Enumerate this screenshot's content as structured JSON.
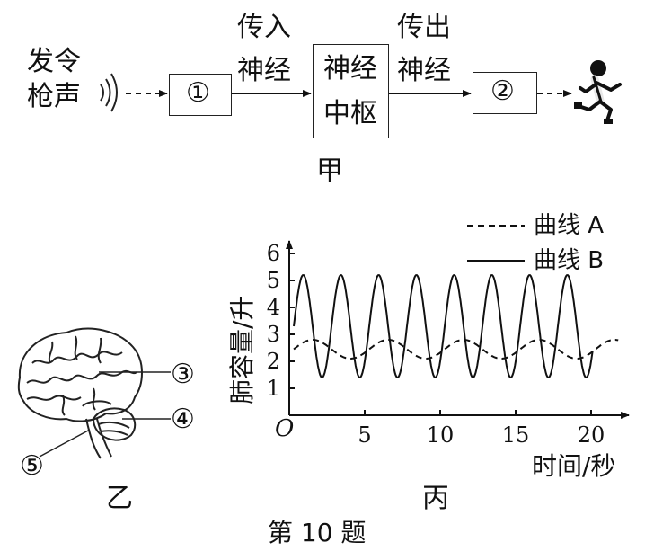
{
  "diagram_jia": {
    "stimulus_top": "发令",
    "stimulus_bottom": "枪声",
    "box1": "①",
    "afferent_top": "传入",
    "afferent_bottom": "神经",
    "center_top": "神经",
    "center_bottom": "中枢",
    "efferent_top": "传出",
    "efferent_bottom": "神经",
    "box2": "②",
    "label": "甲"
  },
  "diagram_yi": {
    "callouts": [
      "③",
      "④",
      "⑤"
    ],
    "label": "乙"
  },
  "chart_bing": {
    "label": "丙",
    "ylabel": "肺容量/升",
    "xlabel": "时间/秒",
    "origin": "O",
    "legend": [
      "曲线 A",
      "曲线 B"
    ]
  },
  "caption": "第 10 题",
  "chart_data": {
    "type": "line",
    "ylabel": "肺容量/升",
    "xlabel": "时间/秒",
    "xlim": [
      0,
      22
    ],
    "ylim": [
      0,
      6.8
    ],
    "x_ticks": [
      5,
      10,
      15,
      20
    ],
    "y_ticks": [
      1,
      2,
      3,
      4,
      5,
      6
    ],
    "series": [
      {
        "name": "曲线 A",
        "style": "dashed",
        "period": 5,
        "max": 2.8,
        "min": 2.1,
        "x_range": [
          0.3,
          21.8
        ]
      },
      {
        "name": "曲线 B",
        "style": "solid",
        "period": 2.5,
        "max": 5.2,
        "min": 1.4,
        "x_range": [
          0.3,
          20.1
        ]
      }
    ]
  }
}
